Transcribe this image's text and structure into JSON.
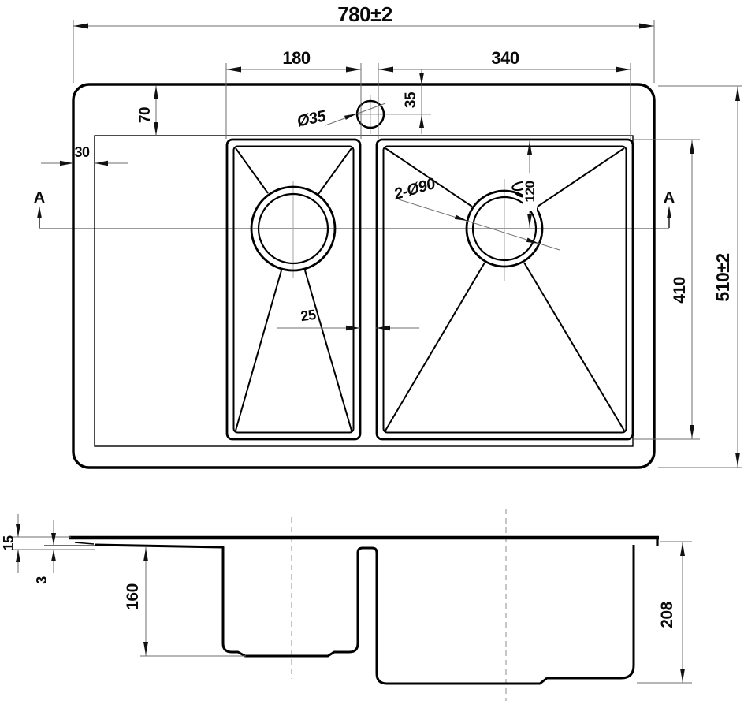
{
  "drawing": {
    "colors": {
      "line": "#000000",
      "dim_line": "#6e6e6e",
      "centerline": "#9a9a9a",
      "background": "#ffffff",
      "text": "#0a0a0a"
    },
    "top_view": {
      "overall_width": "780±2",
      "overall_depth": "510±2",
      "left_bowl_width": "180",
      "right_bowl_width": "340",
      "faucet_hole_diameter": "Ø35",
      "faucet_center_offset": "35",
      "top_ledge_width": "70",
      "left_edge_offset": "30",
      "drain_holes_note": "2-Ø90",
      "drain_center_offset": "120",
      "bowl_length": "410",
      "divider_width": "25",
      "section_marker": "A"
    },
    "section_view": {
      "rim_height": "15",
      "lip_thickness": "3",
      "left_bowl_depth": "160",
      "right_bowl_depth": "208"
    }
  }
}
